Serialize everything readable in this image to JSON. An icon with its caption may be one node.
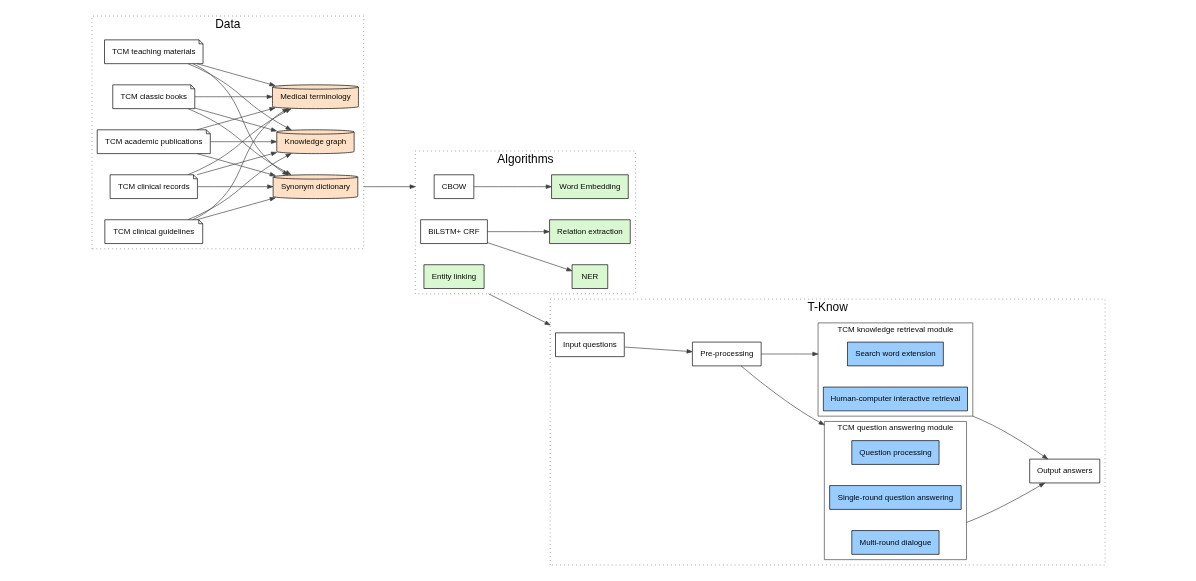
{
  "diagram": {
    "nodes": [
      {
        "text": [
          "Data"
        ]
      },
      {
        "text": [
          "TCM clinical records"
        ],
        "in": 0
      },
      {
        "text": [
          "TCM clinical guidelines"
        ],
        "in": 0
      },
      {
        "text": [
          "TCM teaching materials"
        ],
        "in": 0
      },
      {
        "text": [
          "TCM classic books"
        ],
        "in": 0
      },
      {
        "text": [
          "TCM academic publications"
        ],
        "in": 0
      },
      {
        "text": [
          "Knowledge graph"
        ],
        "in": 0
      },
      {
        "text": [
          "Medical terminology"
        ],
        "in": 0
      },
      {
        "text": [
          "Synonym dictionary"
        ],
        "in": 0
      },
      {
        "text": [
          "Algorithms"
        ]
      },
      {
        "text": [
          "CBOW"
        ],
        "in": 9
      },
      {
        "text": [
          "Word Embedding"
        ],
        "in": 9
      },
      {
        "text": [
          "BiLSTM+ CRF"
        ],
        "in": 9
      },
      {
        "text": [
          "NER"
        ],
        "in": 9
      },
      {
        "text": [
          "Relation extraction"
        ],
        "in": 9
      },
      {
        "text": [
          "Entity linking"
        ],
        "in": 9
      },
      {
        "text": [
          "T-Know"
        ]
      },
      {
        "text": [
          "Input questions"
        ],
        "in": 16
      },
      {
        "text": [
          "Pre-processing"
        ],
        "in": 16
      },
      {
        "text": [
          "TCM question answering module"
        ],
        "in": 16
      },
      {
        "text": [
          "Question processing"
        ],
        "in": 19
      },
      {
        "text": [
          "Single-round question answering"
        ],
        "in": 19
      },
      {
        "text": [
          "Multi-round dialogue"
        ],
        "in": 19
      },
      {
        "text": [
          "TCM knowledge retrieval module"
        ],
        "in": 16
      },
      {
        "text": [
          "Search word extension"
        ],
        "in": 23
      },
      {
        "text": [
          "Human-computer interactive retrieval"
        ],
        "in": 23
      },
      {
        "text": [
          "Output answers"
        ],
        "in": 16
      }
    ],
    "edges": [
      {
        "from": 1,
        "to": 6,
        "arrow": "to"
      },
      {
        "from": 1,
        "to": 7,
        "arrow": "to"
      },
      {
        "from": 1,
        "to": 8,
        "arrow": "to"
      },
      {
        "from": 2,
        "to": 6,
        "arrow": "to"
      },
      {
        "from": 2,
        "to": 7,
        "arrow": "to"
      },
      {
        "from": 2,
        "to": 8,
        "arrow": "to"
      },
      {
        "from": 3,
        "to": 6,
        "arrow": "to"
      },
      {
        "from": 3,
        "to": 7,
        "arrow": "to"
      },
      {
        "from": 3,
        "to": 8,
        "arrow": "to"
      },
      {
        "from": 4,
        "to": 6,
        "arrow": "to"
      },
      {
        "from": 4,
        "to": 7,
        "arrow": "to"
      },
      {
        "from": 4,
        "to": 8,
        "arrow": "to"
      },
      {
        "from": 5,
        "to": 6,
        "arrow": "to"
      },
      {
        "from": 5,
        "to": 7,
        "arrow": "to"
      },
      {
        "from": 5,
        "to": 8,
        "arrow": "to"
      },
      {
        "from": 0,
        "to": 9,
        "arrow": "to"
      },
      {
        "from": 10,
        "to": 11,
        "arrow": "to"
      },
      {
        "from": 12,
        "to": 13,
        "arrow": "to"
      },
      {
        "from": 12,
        "to": 14,
        "arrow": "to"
      },
      {
        "from": 9,
        "to": 16,
        "arrow": "to"
      },
      {
        "from": 17,
        "to": 18,
        "arrow": "to"
      },
      {
        "from": 18,
        "to": 19,
        "arrow": "to"
      },
      {
        "from": 18,
        "to": 23,
        "arrow": "to"
      },
      {
        "from": 19,
        "to": 26,
        "arrow": "to"
      },
      {
        "from": 23,
        "to": 26,
        "arrow": "to"
      }
    ]
  }
}
